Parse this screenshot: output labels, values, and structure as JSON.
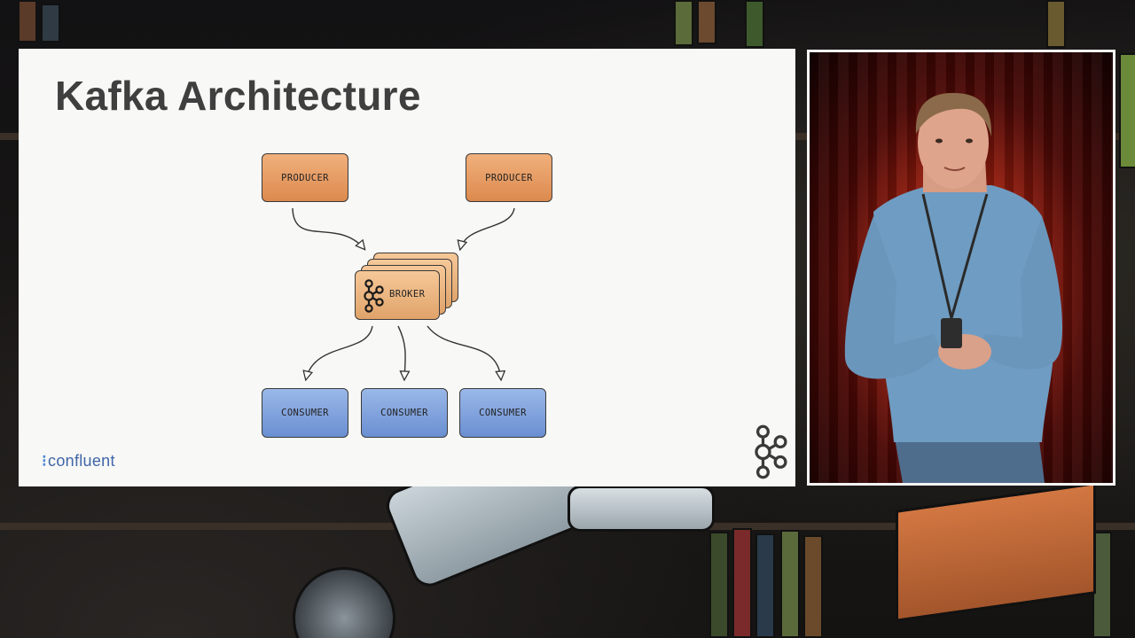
{
  "slide": {
    "title": "Kafka Architecture",
    "producers": [
      {
        "label": "PRODUCER"
      },
      {
        "label": "PRODUCER"
      }
    ],
    "broker": {
      "label": "BROKER"
    },
    "consumers": [
      {
        "label": "CONSUMER"
      },
      {
        "label": "CONSUMER"
      },
      {
        "label": "CONSUMER"
      }
    ],
    "logo_text": "confluent"
  },
  "colors": {
    "producer": "#dc8a4e",
    "broker": "#e0a36a",
    "consumer": "#6a8fd2",
    "title": "#3f3f3f",
    "confluent_blue": "#3e66a8",
    "curtain_red": "#d9381f"
  },
  "icons": {
    "broker": "kafka-logo-icon",
    "corner": "kafka-logo-icon",
    "logo_mark": "confluent-logo-icon"
  }
}
